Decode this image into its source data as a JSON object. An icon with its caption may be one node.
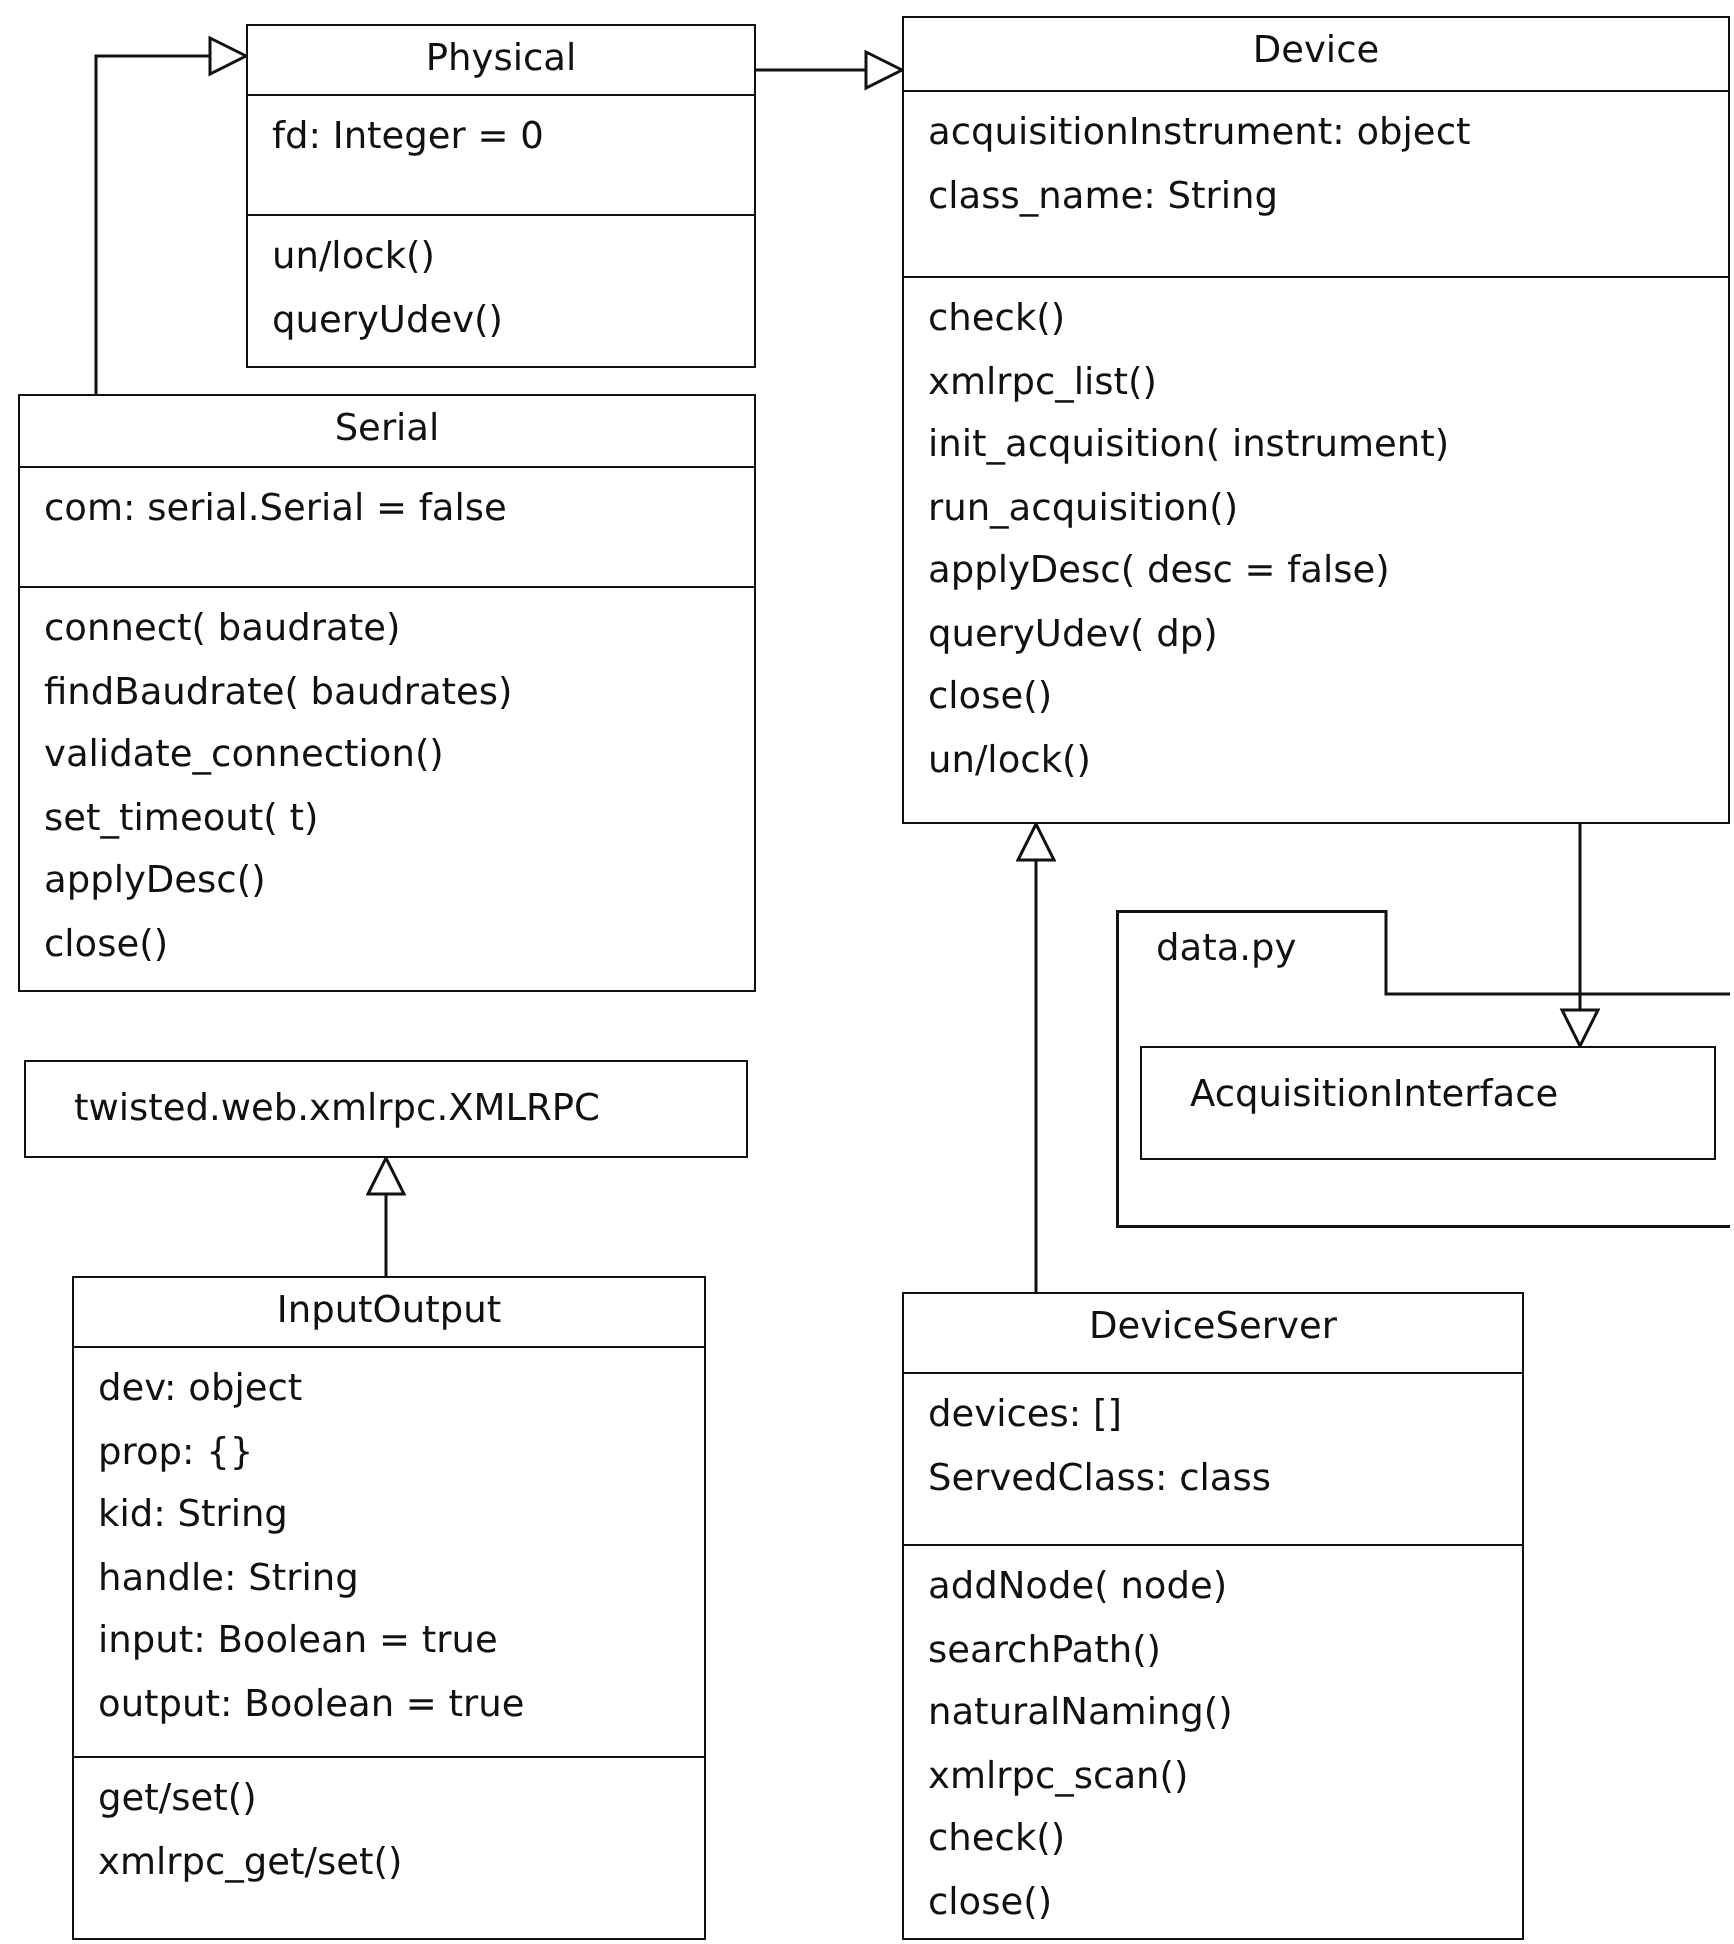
{
  "diagram": {
    "nodes": [
      {
        "text": [
          "Physical",
          "fd: Integer = 0",
          "un/lock()",
          "queryUdev()"
        ]
      },
      {
        "text": [
          "Device",
          "acquisitionInstrument: object",
          "class_name: String",
          "check()",
          "xmlrpc_list()",
          "init_acquisition(  instrument)",
          "run_acquisition()",
          "applyDesc(  desc = false)",
          "queryUdev(  dp)",
          "close()",
          "un/lock()"
        ]
      },
      {
        "text": [
          "Serial",
          "com: serial.Serial = false",
          "connect(  baudrate)",
          "findBaudrate(  baudrates)",
          "validate_connection()",
          "set_timeout(  t)",
          "applyDesc()",
          "close()"
        ]
      },
      {
        "text": [
          "data.py"
        ]
      },
      {
        "text": [
          "AcquisitionInterface"
        ],
        "in": 3
      },
      {
        "text": [
          "twisted.web.xmlrpc.XMLRPC"
        ]
      },
      {
        "text": [
          "InputOutput",
          "dev: object",
          "prop: {}",
          "kid: String",
          "handle: String",
          "input: Boolean = true",
          "output: Boolean = true",
          "get/set()",
          "xmlrpc_get/set()"
        ]
      },
      {
        "text": [
          "DeviceServer",
          "devices: []",
          "ServedClass: class",
          "addNode(  node)",
          "searchPath()",
          "naturalNaming()",
          "xmlrpc_scan()",
          "check()",
          "close()"
        ]
      }
    ],
    "edges": [
      {
        "from": 2,
        "to": 0,
        "arrow": "to"
      },
      {
        "from": 0,
        "to": 1,
        "arrow": "to"
      },
      {
        "from": 7,
        "to": 1,
        "arrow": "to"
      },
      {
        "from": 1,
        "to": 4,
        "arrow": "to"
      },
      {
        "from": 6,
        "to": 5,
        "arrow": "to"
      }
    ]
  }
}
